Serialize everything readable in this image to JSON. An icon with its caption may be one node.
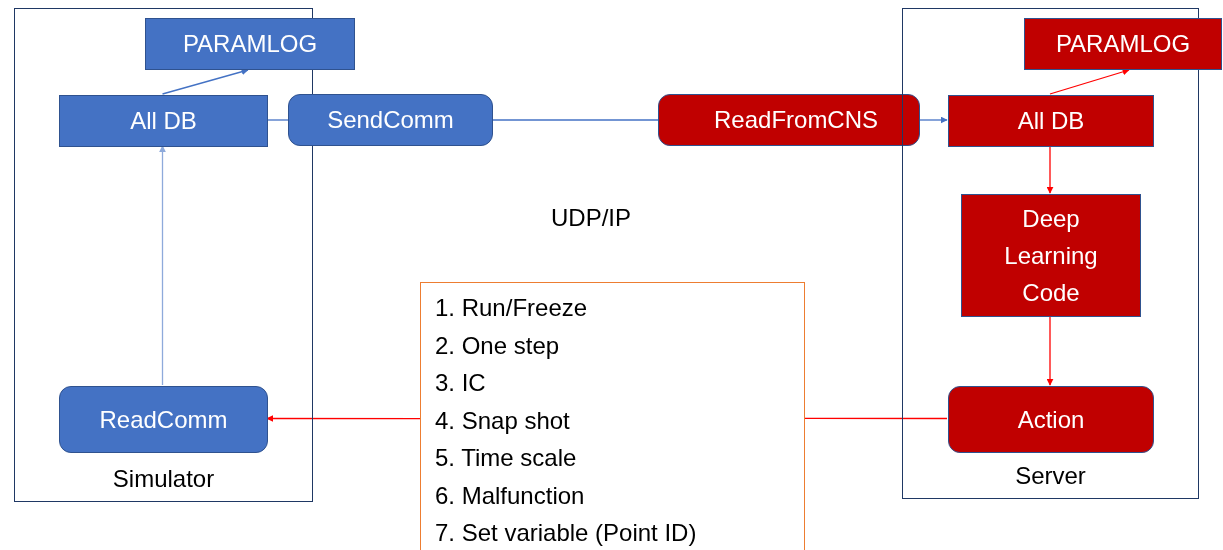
{
  "diagram": {
    "nodes": [
      {
        "text": [
          "Simulator"
        ]
      },
      {
        "text": [
          "PARAMLOG"
        ]
      },
      {
        "text": [
          "All DB"
        ],
        "in": 0
      },
      {
        "text": [
          "SendComm"
        ]
      },
      {
        "text": [
          "ReadComm"
        ],
        "in": 0
      },
      {
        "text": [
          "ReadFromCNS"
        ]
      },
      {
        "text": [
          "Server"
        ]
      },
      {
        "text": [
          "PARAMLOG"
        ]
      },
      {
        "text": [
          "All DB"
        ],
        "in": 6
      },
      {
        "text": [
          "Deep Learning Code"
        ],
        "in": 6
      },
      {
        "text": [
          "Action"
        ],
        "in": 6
      },
      {
        "text": [
          "1. Run/Freeze",
          "2. One step",
          "3. IC",
          "4. Snap shot",
          "5. Time scale",
          "6. Malfunction",
          "7. Set variable (Point ID)"
        ]
      }
    ],
    "edges": [
      {
        "from": 2,
        "to": 1,
        "arrow": "to",
        "color": "#4472c4"
      },
      {
        "from": 4,
        "to": 2,
        "arrow": "to",
        "color": "#8eaadb"
      },
      {
        "from": 2,
        "to": 3,
        "arrow": "none",
        "color": "#4472c4"
      },
      {
        "from": 3,
        "to": 5,
        "arrow": "none",
        "color": "#4472c4"
      },
      {
        "from": 5,
        "to": 8,
        "arrow": "to",
        "color": "#4472c4"
      },
      {
        "from": 8,
        "to": 7,
        "arrow": "to",
        "color": "#ff0000"
      },
      {
        "from": 8,
        "to": 9,
        "arrow": "to",
        "color": "#ff0000"
      },
      {
        "from": 9,
        "to": 10,
        "arrow": "to",
        "color": "#ff0000"
      },
      {
        "from": 10,
        "to": 11,
        "arrow": "none",
        "color": "#ff0000"
      },
      {
        "from": 11,
        "to": 4,
        "arrow": "to",
        "color": "#ff0000"
      }
    ],
    "labels": [
      "UDP/IP"
    ]
  }
}
